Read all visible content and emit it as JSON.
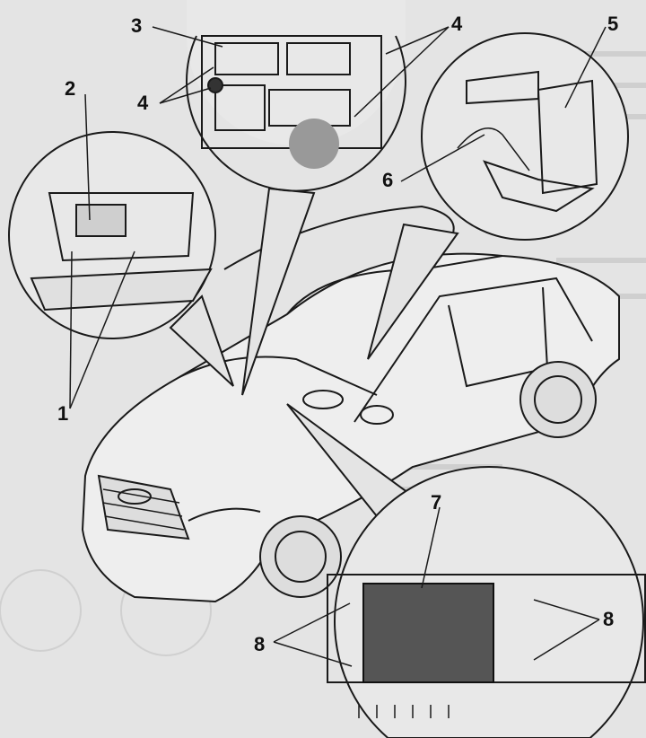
{
  "diagram": {
    "callouts": [
      {
        "id": "c3",
        "text": "3"
      },
      {
        "id": "c4a",
        "text": "4"
      },
      {
        "id": "c5",
        "text": "5"
      },
      {
        "id": "c2",
        "text": "2"
      },
      {
        "id": "c4b",
        "text": "4"
      },
      {
        "id": "c6",
        "text": "6"
      },
      {
        "id": "c1",
        "text": "1"
      },
      {
        "id": "c7",
        "text": "7"
      },
      {
        "id": "c8a",
        "text": "8"
      },
      {
        "id": "c8b",
        "text": "8"
      }
    ],
    "colors": {
      "background": "#e4e4e4",
      "line": "#1a1a1a",
      "panel": "#555555"
    }
  }
}
